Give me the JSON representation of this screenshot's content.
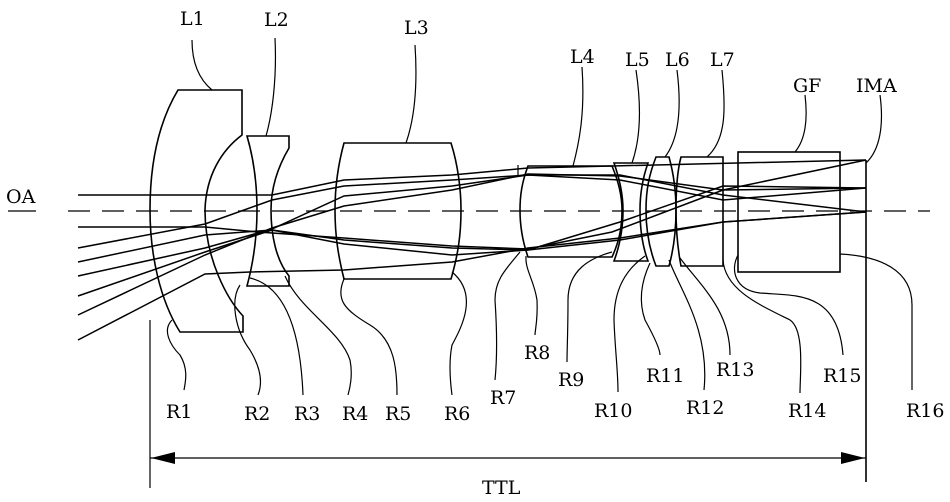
{
  "figure": {
    "type": "optical lens system diagram",
    "optical_axis_label": "OA",
    "total_track_length_label": "TTL",
    "image_plane_label": "IMA",
    "filter_label": "GF"
  },
  "lenses": [
    {
      "id": "L1",
      "label": "L1",
      "front_surface": "R1",
      "back_surface": "R2"
    },
    {
      "id": "L2",
      "label": "L2",
      "front_surface": "R3",
      "back_surface": "R4"
    },
    {
      "id": "L3",
      "label": "L3",
      "front_surface": "R5",
      "back_surface": "R6"
    },
    {
      "id": "L4",
      "label": "L4",
      "front_surface": "R7",
      "back_surface": "R8"
    },
    {
      "id": "L5",
      "label": "L5",
      "front_surface": "R9",
      "back_surface": "R10"
    },
    {
      "id": "L6",
      "label": "L6",
      "front_surface": "R11",
      "back_surface": "R12"
    },
    {
      "id": "L7",
      "label": "L7",
      "front_surface": "R13",
      "back_surface": "R14"
    }
  ],
  "filter": {
    "id": "GF",
    "label": "GF",
    "front_surface": "R15",
    "back_surface": "R16"
  },
  "surfaces": [
    "R1",
    "R2",
    "R3",
    "R4",
    "R5",
    "R6",
    "R7",
    "R8",
    "R9",
    "R10",
    "R11",
    "R12",
    "R13",
    "R14",
    "R15",
    "R16"
  ]
}
